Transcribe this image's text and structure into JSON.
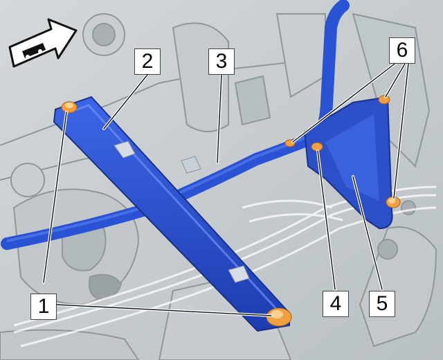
{
  "callouts": {
    "c1": "1",
    "c2": "2",
    "c3": "3",
    "c4": "4",
    "c5": "5",
    "c6": "6"
  },
  "icons": {
    "direction": "vehicle-front-arrow-icon"
  },
  "colors": {
    "background": "#c6cccf",
    "highlight_part": "#2a52d4",
    "fastener": "#f0a040",
    "leader_line": "#ffffff"
  }
}
